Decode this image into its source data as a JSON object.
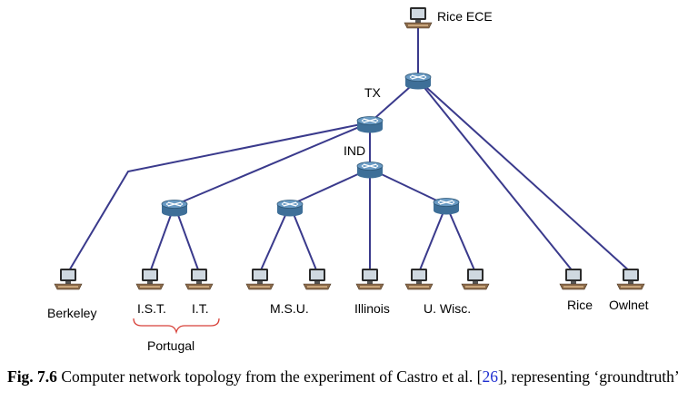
{
  "hosts": {
    "rice_ece": "Rice ECE",
    "berkeley": "Berkeley",
    "ist": "I.S.T.",
    "it": "I.T.",
    "msu": "M.S.U.",
    "illinois": "Illinois",
    "uwisc": "U. Wisc.",
    "rice": "Rice",
    "owlnet": "Owlnet"
  },
  "routers": {
    "tx": "TX",
    "ind": "IND"
  },
  "group_label": "Portugal",
  "caption": {
    "fig": "Fig. 7.6",
    "text_before": " Computer network topology from the experiment of Castro et al. [",
    "ref": "26",
    "text_after": "], representing ‘groundtruth’"
  },
  "colors": {
    "link": "#3a3a8c",
    "router_body": "#4d7ea8",
    "bracket": "#d8423a",
    "citation": "#1f2fd0"
  }
}
